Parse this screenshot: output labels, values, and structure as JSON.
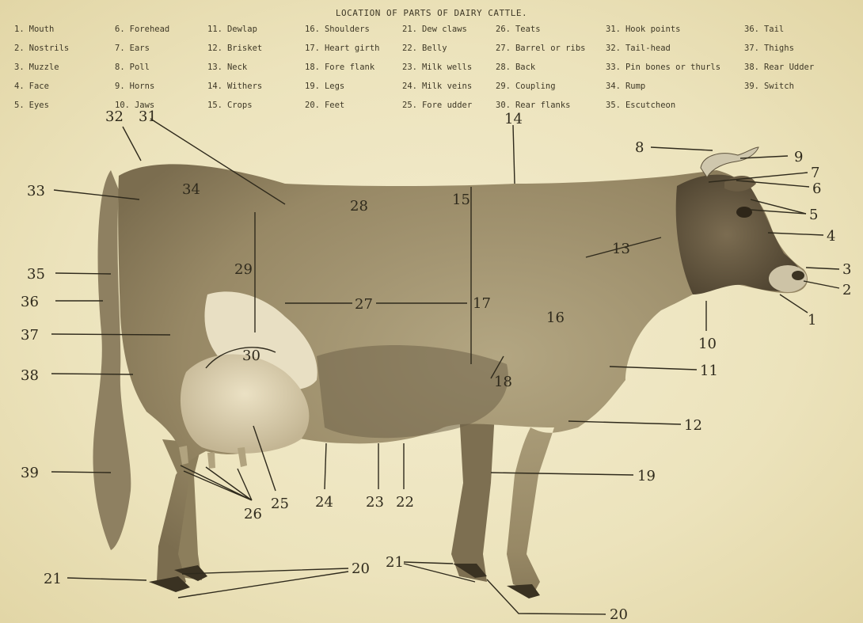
{
  "title": "LOCATION OF PARTS OF DAIRY CATTLE.",
  "key_columns": [
    [
      {
        "num": "1.",
        "name": "Mouth"
      },
      {
        "num": "2.",
        "name": "Nostrils"
      },
      {
        "num": "3.",
        "name": "Muzzle"
      },
      {
        "num": "4.",
        "name": "Face"
      },
      {
        "num": "5.",
        "name": "Eyes"
      }
    ],
    [
      {
        "num": "6.",
        "name": "Forehead"
      },
      {
        "num": "7.",
        "name": "Ears"
      },
      {
        "num": "8.",
        "name": "Poll"
      },
      {
        "num": "9.",
        "name": "Horns"
      },
      {
        "num": "10.",
        "name": "Jaws"
      }
    ],
    [
      {
        "num": "11.",
        "name": "Dewlap"
      },
      {
        "num": "12.",
        "name": "Brisket"
      },
      {
        "num": "13.",
        "name": "Neck"
      },
      {
        "num": "14.",
        "name": "Withers"
      },
      {
        "num": "15.",
        "name": "Crops"
      }
    ],
    [
      {
        "num": "16.",
        "name": "Shoulders"
      },
      {
        "num": "17.",
        "name": "Heart girth"
      },
      {
        "num": "18.",
        "name": "Fore flank"
      },
      {
        "num": "19.",
        "name": "Legs"
      },
      {
        "num": "20.",
        "name": "Feet"
      }
    ],
    [
      {
        "num": "21.",
        "name": "Dew claws"
      },
      {
        "num": "22.",
        "name": "Belly"
      },
      {
        "num": "23.",
        "name": "Milk wells"
      },
      {
        "num": "24.",
        "name": "Milk veins"
      },
      {
        "num": "25.",
        "name": "Fore udder"
      }
    ],
    [
      {
        "num": "26.",
        "name": "Teats"
      },
      {
        "num": "27.",
        "name": "Barrel or ribs"
      },
      {
        "num": "28.",
        "name": "Back"
      },
      {
        "num": "29.",
        "name": "Coupling"
      },
      {
        "num": "30.",
        "name": "Rear flanks"
      }
    ],
    [
      {
        "num": "31.",
        "name": "Hook points"
      },
      {
        "num": "32.",
        "name": "Tail-head"
      },
      {
        "num": "33.",
        "name": "Pin bones or thurls"
      },
      {
        "num": "34.",
        "name": "Rump"
      },
      {
        "num": "35.",
        "name": "Escutcheon"
      }
    ],
    [
      {
        "num": "36.",
        "name": "Tail"
      },
      {
        "num": "37.",
        "name": "Thighs"
      },
      {
        "num": "38.",
        "name": "Rear Udder"
      },
      {
        "num": "39.",
        "name": "Switch"
      }
    ]
  ],
  "callouts": {
    "c1": "1",
    "c2": "2",
    "c3": "3",
    "c4": "4",
    "c5": "5",
    "c6": "6",
    "c7": "7",
    "c8": "8",
    "c9": "9",
    "c10": "10",
    "c11": "11",
    "c12": "12",
    "c13": "13",
    "c14": "14",
    "c15": "15",
    "c16": "16",
    "c17": "17",
    "c18": "18",
    "c19": "19",
    "c20a": "20",
    "c20b": "20",
    "c21a": "21",
    "c21b": "21",
    "c22": "22",
    "c23": "23",
    "c24": "24",
    "c25": "25",
    "c26": "26",
    "c27": "27",
    "c28": "28",
    "c29": "29",
    "c30": "30",
    "c31": "31",
    "c32": "32",
    "c33": "33",
    "c34": "34",
    "c35": "35",
    "c36": "36",
    "c37": "37",
    "c38": "38",
    "c39": "39"
  }
}
